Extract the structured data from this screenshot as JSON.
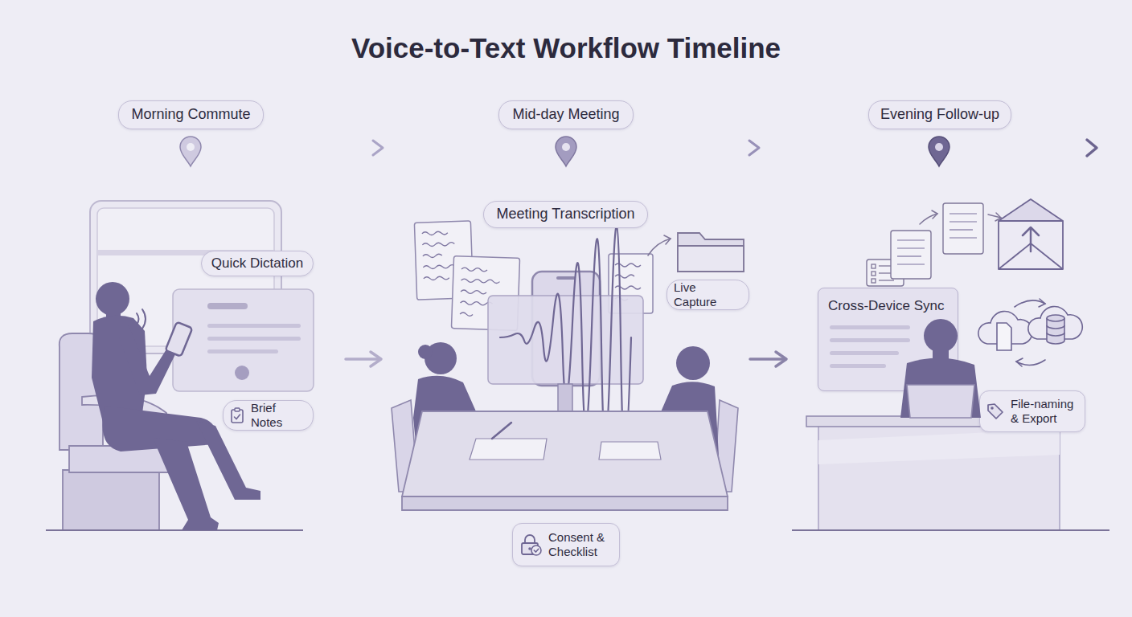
{
  "diagram": {
    "title": "Voice-to-Text Workflow Timeline",
    "nodes": [
      {
        "text": [
          "Morning Commute"
        ]
      },
      {
        "text": [
          "Mid-day Meeting"
        ]
      },
      {
        "text": [
          "Evening Follow-up"
        ]
      },
      {
        "text": [
          "Quick Dictation"
        ]
      },
      {
        "text": [
          "Brief Notes"
        ]
      },
      {
        "text": [
          "Meeting Transcription"
        ]
      },
      {
        "text": [
          "Live Capture"
        ]
      },
      {
        "text": [
          "Consent & Checklist"
        ]
      },
      {
        "text": [
          "Cross-Device Sync"
        ]
      },
      {
        "text": [
          "File-naming & Export"
        ]
      }
    ]
  }
}
